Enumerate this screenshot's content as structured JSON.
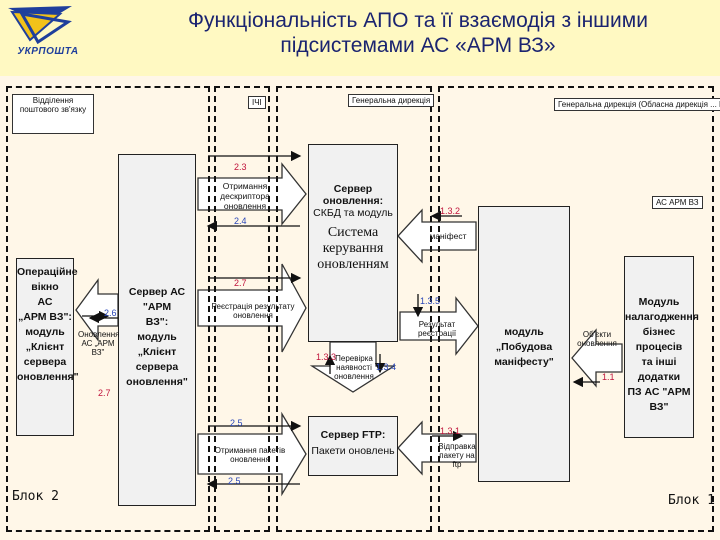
{
  "header": {
    "title_line1": "Функціональність АПО та її взаємодія з іншими",
    "title_line2": "підсистемами АС «АРМ ВЗ»"
  },
  "logo": {
    "text": "УКРПОШТА",
    "color": "#1f3f9c",
    "accent": "#f2c21a"
  },
  "regions": {
    "left_tag": "Відділення поштового зв'язку",
    "mid_tag": "ІЧІ",
    "center_tag": "Генеральна дирекція",
    "right_tag": "Генеральна дирекція (Обласна дирекція ... ЦТ)",
    "arm_tag": "АС АРМ ВЗ",
    "block2": "Блок 2",
    "block1": "Блок 1"
  },
  "boxes": {
    "operator": [
      "Операційне",
      "вікно",
      "АС",
      "„АРМ ВЗ\":",
      "модуль",
      "„Клієнт",
      "сервера",
      "оновлення\""
    ],
    "server_as": [
      "Сервер АС \"АРМ",
      "ВЗ\":",
      "модуль „Клієнт",
      "сервера",
      "оновлення\""
    ],
    "update_server": [
      "Сервер оновлення:",
      "СКБД та модуль",
      "Система",
      "керування",
      "оновленням"
    ],
    "ftp_server": [
      "Сервер FTP:",
      "Пакети оновлень"
    ],
    "manifest_module": [
      "модуль „Побудова",
      "маніфесту\""
    ],
    "config_module": [
      "Модуль",
      "налагодження",
      "бізнес процесів",
      "та інші додатки",
      "ПЗ АС \"АРМ ВЗ\""
    ]
  },
  "arrows": {
    "get_descriptor": [
      "Отримання дескриптора",
      "оновлення"
    ],
    "register_result": "Реєстрація результату оновлення",
    "get_packages": "Отримання пакетів оновлення",
    "manifest": "маніфест",
    "register_result_short": "Результат реєстрації",
    "send_package": [
      "Відправка пакету на",
      "ftp"
    ],
    "objects_update": [
      "Об'єкти",
      "оновлення"
    ],
    "check_update": [
      "Перевірка",
      "наявності",
      "оновлення"
    ],
    "update_arm": [
      "Оновлення",
      "АС „АРМ",
      "ВЗ\""
    ]
  },
  "numbers": {
    "n23": "2.3",
    "n24": "2.4",
    "n27a": "2.7",
    "n25a": "2.5",
    "n25b": "2.5",
    "n26": "2.6",
    "n27b": "2.7",
    "n132": "1.3.2",
    "n135": "1.3.5",
    "n133": "1.3.3",
    "n134": "1.3.4",
    "n131": "1.3.1",
    "n11": "1.1"
  },
  "colors": {
    "background": "#fff9c2",
    "title": "#1b2470",
    "red_number": "#c0143c",
    "blue_number": "#2a47b8",
    "box_fill": "#f1f1f1"
  }
}
